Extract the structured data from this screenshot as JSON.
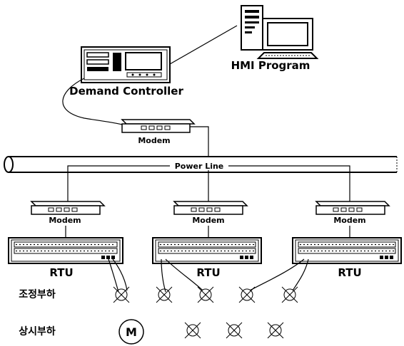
{
  "labels": {
    "hmi": "HMI Program",
    "demand_controller": "Demand Controller",
    "modem_top": "Modem",
    "power_line": "Power Line",
    "modems": [
      "Modem",
      "Modem",
      "Modem"
    ],
    "rtus": [
      "RTU",
      "RTU",
      "RTU"
    ],
    "row_adjustable": "조정부하",
    "row_constant": "상시부하",
    "motor": "M"
  }
}
